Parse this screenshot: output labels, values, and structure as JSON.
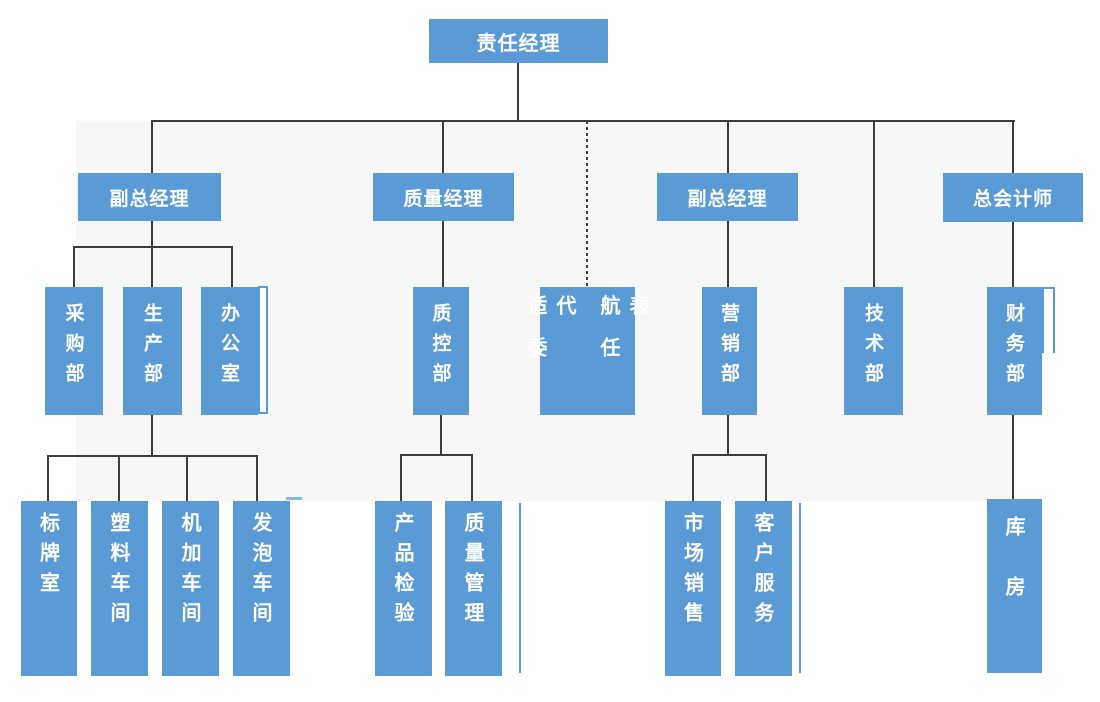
{
  "diagram_type": "org-chart",
  "colors": {
    "node_blue": "#5B9BD5",
    "connector_dark": "#3c3c3c",
    "panel_gray": "#f7f7f7",
    "text_white": "#ffffff"
  },
  "org": {
    "root": {
      "label": "责任经理"
    },
    "managers": {
      "vp1": "副总经理",
      "quality": "质量经理",
      "vp2": "副总经理",
      "accountant": "总会计师"
    },
    "departments": {
      "procurement": "采购部",
      "production": "生产部",
      "office": "办公室",
      "qc": "质控部",
      "airworthiness_col1": "适委代",
      "airworthiness_col2": "航任表",
      "marketing": "营销部",
      "technology": "技术部",
      "finance": "财务部"
    },
    "units": {
      "signage": "标牌室",
      "plastic": "塑料车间",
      "machining": "机加车间",
      "foaming": "发泡车间",
      "inspection": "产品检验",
      "quality_mgmt": "质量管理",
      "sales": "市场销售",
      "customer": "客户服务",
      "warehouse": "库房"
    }
  },
  "hierarchy": {
    "责任经理": {
      "副总经理(左)": {
        "采购部": {},
        "生产部": {
          "标牌室": {},
          "塑料车间": {},
          "机加车间": {},
          "发泡车间": {}
        },
        "办公室": {}
      },
      "质量经理": {
        "质控部": {
          "产品检验": {},
          "质量管理": {}
        }
      },
      "适航委任代表(虚线)": {},
      "副总经理(右)": {
        "营销部": {
          "市场销售": {},
          "客户服务": {}
        }
      },
      "技术部": {},
      "总会计师": {
        "财务部": {
          "库房": {}
        }
      }
    }
  }
}
